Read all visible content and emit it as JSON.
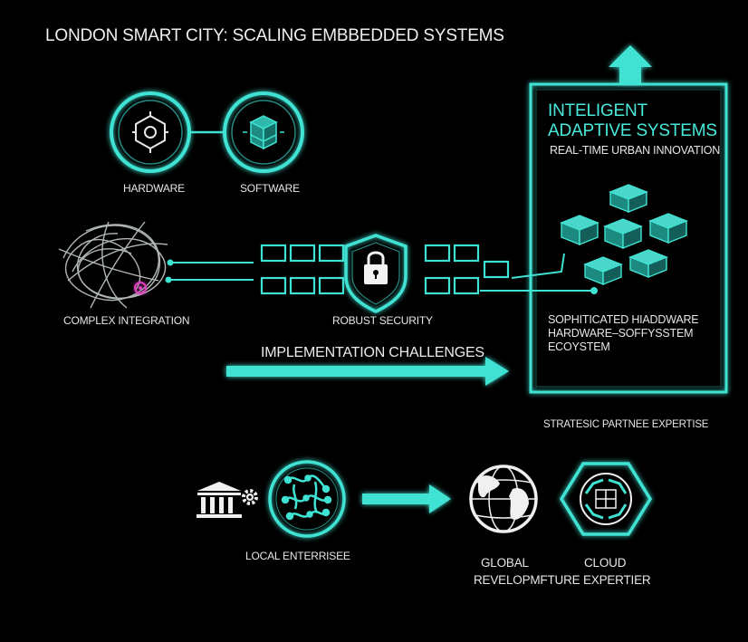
{
  "title": "LONDON SMART CITY: SCALING EMBBEDDED SYSTEMS",
  "nodes": {
    "hardware": "HARDWARE",
    "software": "SOFTWARE",
    "complex_integration": "COMPLEX INTEGRATION",
    "robust_security": "ROBUST SECURITY",
    "implementation_challenges": "IMPLEMENTATION CHALLENGES",
    "local_enterprise": "LOCAL ENTERRISEE",
    "global": "GLOBAL",
    "cloud": "CLOUD",
    "global_cloud_sub": "REVELOPMFTURE EXPERTIER",
    "strategic_partner": "STRATESIC PARTNEE EXPERTISE"
  },
  "panel": {
    "title_line1": "INTELIGENT",
    "title_line2": "ADAPTIVE SYSTEMS",
    "subtitle": "REAL-TIME URBAN INNOVATION",
    "desc_line1": "SOPHITICATED HIADDWARE",
    "desc_line2": "HARDWARE–SOFFYSSTEM",
    "desc_line3": "ECOYSTEM"
  },
  "colors": {
    "accent": "#3fe3d3",
    "background": "#000000",
    "text": "#e6e6e6",
    "highlight": "#e040c0"
  }
}
